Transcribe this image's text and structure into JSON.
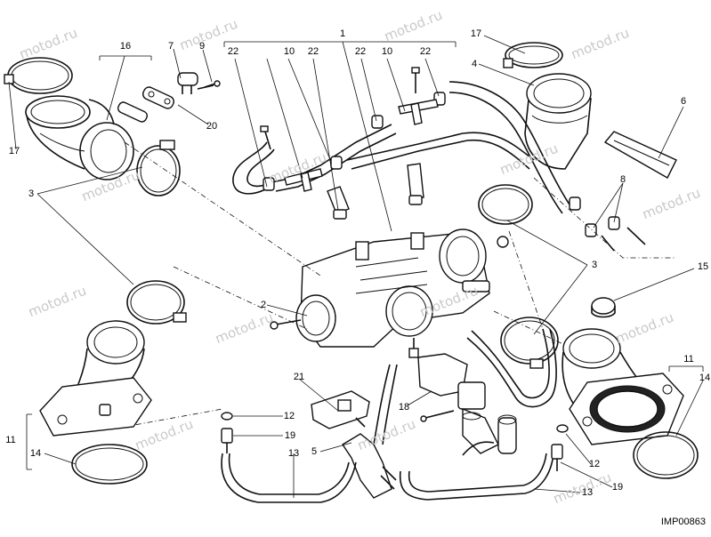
{
  "diagram": {
    "labels": [
      "1",
      "2",
      "3",
      "3",
      "3",
      "4",
      "5",
      "6",
      "7",
      "8",
      "9",
      "10",
      "10",
      "11",
      "11",
      "12",
      "12",
      "13",
      "13",
      "14",
      "14",
      "15",
      "16",
      "17",
      "17",
      "18",
      "19",
      "19",
      "20",
      "21",
      "22",
      "22",
      "22",
      "22"
    ],
    "code": "IMP00863",
    "watermark": "motod.ru"
  }
}
